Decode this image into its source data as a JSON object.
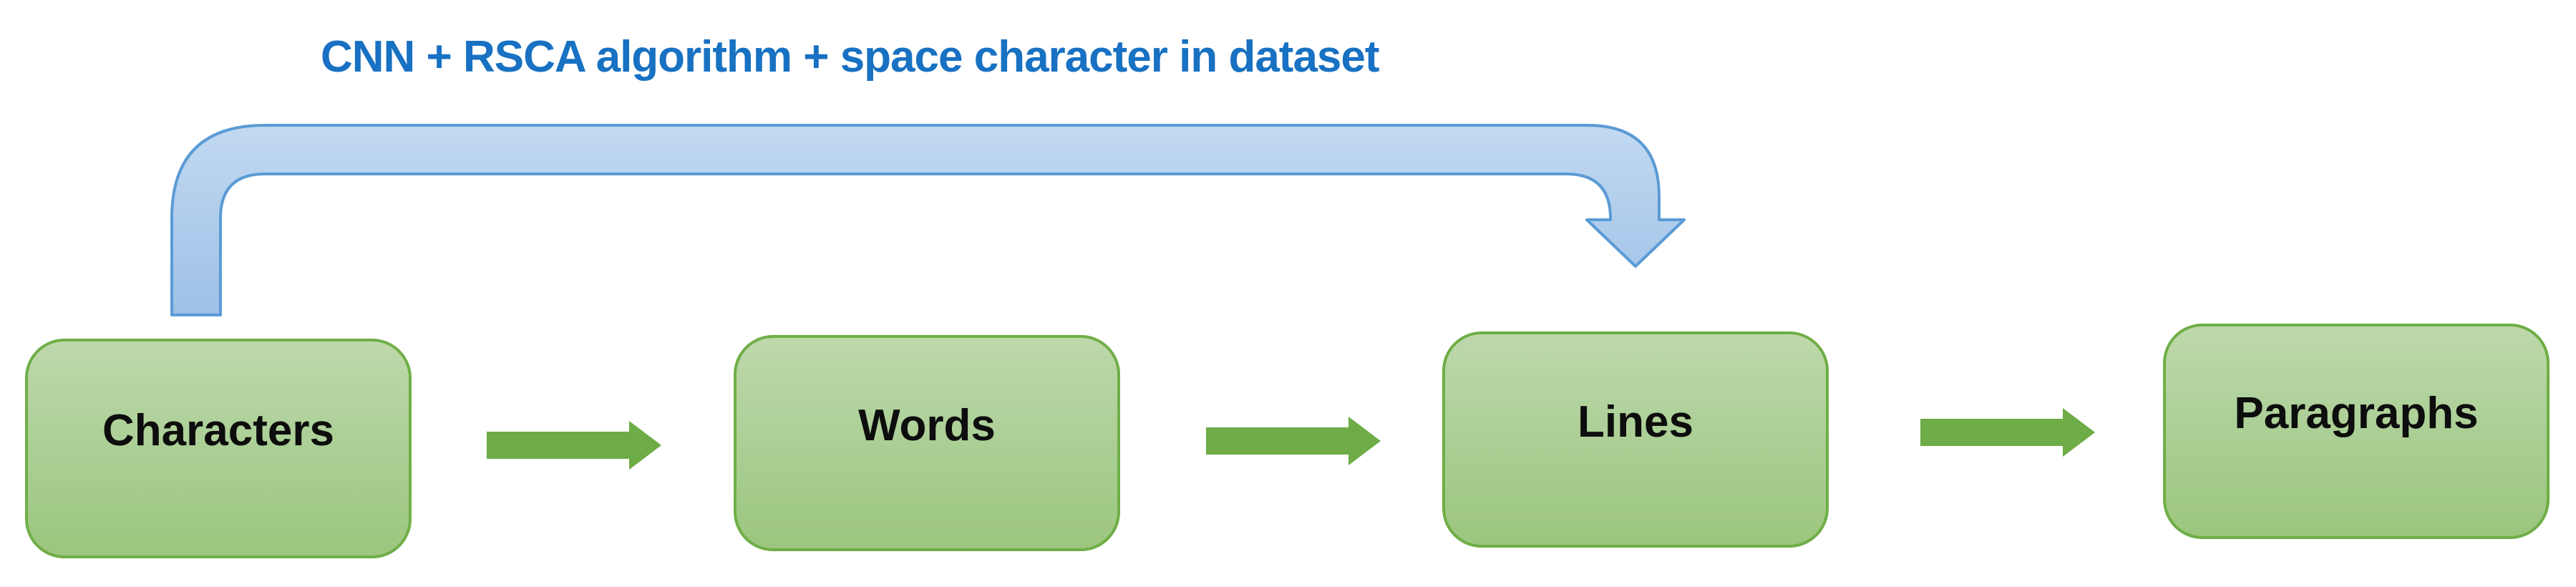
{
  "title": {
    "text": "CNN + RSCA algorithm + space character in dataset"
  },
  "nodes": [
    {
      "id": "characters",
      "label": "Characters"
    },
    {
      "id": "words",
      "label": "Words"
    },
    {
      "id": "lines",
      "label": "Lines"
    },
    {
      "id": "paragraphs",
      "label": "Paragraphs"
    }
  ],
  "connections": [
    {
      "from": "characters",
      "to": "words",
      "type": "flow-arrow-right"
    },
    {
      "from": "words",
      "to": "lines",
      "type": "flow-arrow-right"
    },
    {
      "from": "lines",
      "to": "paragraphs",
      "type": "flow-arrow-right"
    },
    {
      "from": "characters",
      "to": "lines",
      "type": "bent-down-arrow",
      "label": "CNN + RSCA algorithm + space character in dataset"
    }
  ],
  "icons": {
    "flow_arrow": "right-arrow",
    "curved_arrow": "bent-down-arrow"
  },
  "colors": {
    "background": "#FFFFFF",
    "title-blue": "#1871C2",
    "box-border-green": "#6FAE47",
    "box-fill-top": "#BED8AB",
    "box-fill-bottom": "#9CC67E",
    "arrow-green": "#6DAC46",
    "blue-arrow-fill-top": "#C2D9F0",
    "blue-arrow-fill-bottom": "#9DC0E7",
    "blue-arrow-stroke": "#5B9BD5",
    "label-black": "#0D0D0D"
  }
}
